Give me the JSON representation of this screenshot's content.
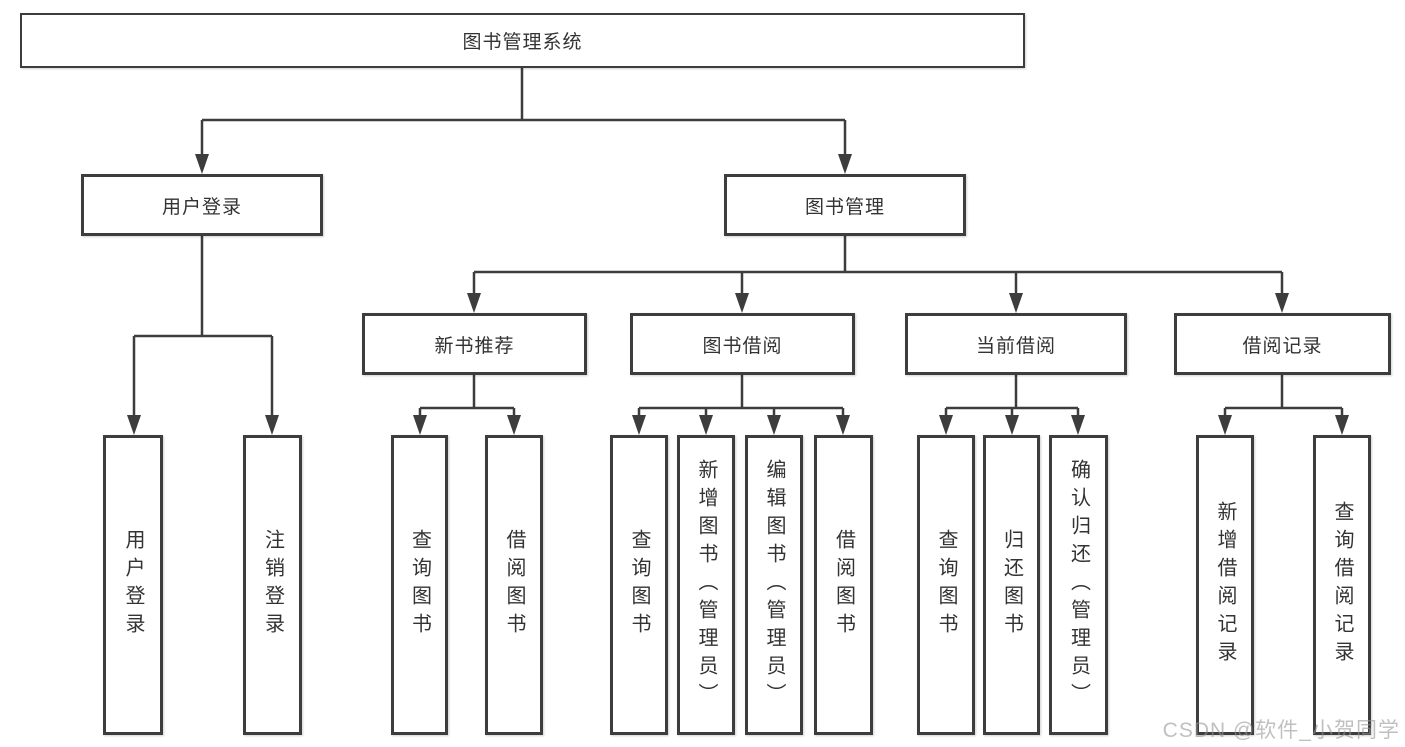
{
  "tree": {
    "root": {
      "label": "图书管理系统",
      "children": [
        {
          "label": "用户登录",
          "children": [
            {
              "label": "用户登录"
            },
            {
              "label": "注销登录"
            }
          ]
        },
        {
          "label": "图书管理",
          "children": [
            {
              "label": "新书推荐",
              "children": [
                {
                  "label": "查询图书"
                },
                {
                  "label": "借阅图书"
                }
              ]
            },
            {
              "label": "图书借阅",
              "children": [
                {
                  "label": "查询图书"
                },
                {
                  "label": "新增图书（管理员）"
                },
                {
                  "label": "编辑图书（管理员）"
                },
                {
                  "label": "借阅图书"
                }
              ]
            },
            {
              "label": "当前借阅",
              "children": [
                {
                  "label": "查询图书"
                },
                {
                  "label": "归还图书"
                },
                {
                  "label": "确认归还（管理员）"
                }
              ]
            },
            {
              "label": "借阅记录",
              "children": [
                {
                  "label": "新增借阅记录"
                },
                {
                  "label": "查询借阅记录"
                }
              ]
            }
          ]
        }
      ]
    }
  },
  "watermark": {
    "text": "CSDN @软件_小贺同学"
  },
  "colors": {
    "line": "#3d3d3d",
    "text": "#333333",
    "watermark": "rgba(150,150,150,0.6)",
    "background": "#ffffff",
    "box_fill": "#ffffff"
  }
}
